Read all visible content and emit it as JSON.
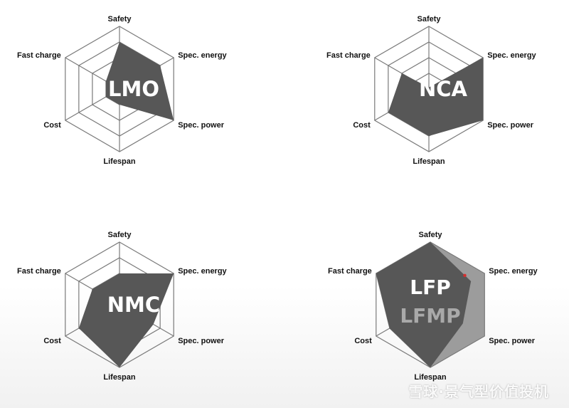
{
  "chart_data": [
    {
      "type": "radar",
      "axes": [
        "Safety",
        "Spec. energy",
        "Spec. power",
        "Lifespan",
        "Cost",
        "Fast charge"
      ],
      "levels": 4,
      "range": [
        0,
        4
      ],
      "series": [
        {
          "name": "LMO",
          "values": [
            3.0,
            3.0,
            4.0,
            1.0,
            1.0,
            1.0
          ]
        }
      ]
    },
    {
      "type": "radar",
      "axes": [
        "Safety",
        "Spec. energy",
        "Spec. power",
        "Lifespan",
        "Cost",
        "Fast charge"
      ],
      "levels": 4,
      "range": [
        0,
        4
      ],
      "series": [
        {
          "name": "NCA",
          "values": [
            0.1,
            4.0,
            4.0,
            3.0,
            3.0,
            2.0
          ]
        }
      ]
    },
    {
      "type": "radar",
      "axes": [
        "Safety",
        "Spec. energy",
        "Spec. power",
        "Lifespan",
        "Cost",
        "Fast charge"
      ],
      "levels": 4,
      "range": [
        0,
        4
      ],
      "series": [
        {
          "name": "NMC",
          "values": [
            2.0,
            4.0,
            2.5,
            4.0,
            3.0,
            2.0
          ]
        }
      ]
    },
    {
      "type": "radar",
      "axes": [
        "Safety",
        "Spec. energy",
        "Spec. power",
        "Lifespan",
        "Cost",
        "Fast charge"
      ],
      "levels": 4,
      "range": [
        0,
        4
      ],
      "series": [
        {
          "name": "LFP",
          "values": [
            4.0,
            3.0,
            2.4,
            4.0,
            3.0,
            4.0
          ]
        },
        {
          "name": "LFMP",
          "values": [
            4.0,
            4.0,
            4.0,
            4.0,
            3.0,
            4.0
          ]
        }
      ]
    }
  ],
  "colors": {
    "fill": "#575757",
    "fill_light": "#9c9c9c",
    "grid": "#7a7a7a",
    "marker": "#d62d2d"
  },
  "watermark": "雪球·景气型价值投机"
}
